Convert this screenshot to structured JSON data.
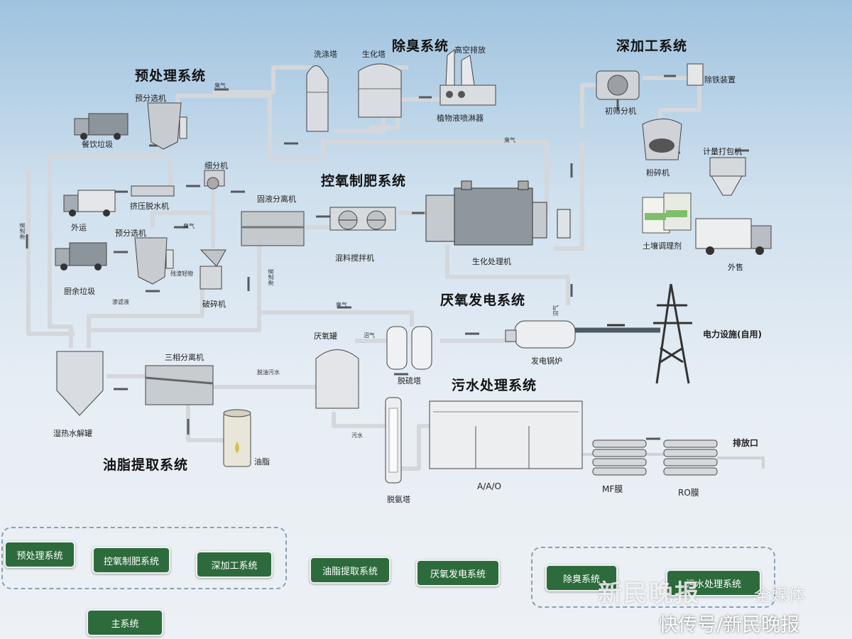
{
  "systems": {
    "pretreatment": "预处理系统",
    "deodorization": "除臭系统",
    "deep_processing": "深加工系统",
    "oxygen_compost": "控氧制肥系统",
    "anaerobic_power": "厌氧发电系统",
    "sewage": "污水处理系统",
    "grease": "油脂提取系统"
  },
  "equipment": {
    "presorter_top": "预分选机",
    "kitchen_waste": "餐饮垃圾",
    "spray_tower": "洗涤塔",
    "bio_tower": "生化塔",
    "high_emission": "高空排放",
    "plant_liquid": "植物液喷淋器",
    "sorting_machine": "细分机",
    "extrusion_dewater": "挤压脱水机",
    "transport": "外运",
    "presorter_mid": "预分选机",
    "kitchen_residue": "厨余垃圾",
    "crusher": "破碎机",
    "solid_liquid_sep": "固液分离机",
    "mixing_stirrer": "混料搅拌机",
    "biochem_processor": "生化处理机",
    "screening_machine": "初筛分机",
    "iron_removal": "除铁装置",
    "grinder": "粉碎机",
    "metering_packer": "计量打包机",
    "soil_conditioner": "土壤调理剂",
    "sale": "外售",
    "anaerobic_tank": "厌氧罐",
    "desulfurization_tower": "脱硫塔",
    "power_boiler": "发电锅炉",
    "power_facility": "电力设施(自用)",
    "three_phase_sep": "三相分离机",
    "wet_heat_hydrolysis": "湿热水解罐",
    "grease_tank": "油脂",
    "denitrification_tower": "脱氨塔",
    "aao": "A/A/O",
    "mf_membrane": "MF膜",
    "ro_membrane": "RO膜",
    "discharge_outlet": "排放口"
  },
  "flow_labels": {
    "odor1": "臭气",
    "odor2": "臭气",
    "odor3": "臭气",
    "odor4": "臭气",
    "biogas1": "沼气",
    "biogas2": "沼气",
    "leachate1": "渗滤液",
    "leachate2": "渗滤液",
    "leachate3": "渗滤液",
    "wastewater1": "脱油污水",
    "wastewater2": "污水",
    "residue": "残渣轻物"
  },
  "legend": {
    "pretreatment": "预处理系统",
    "oxygen_compost": "控氧制肥系统",
    "deep_processing": "深加工系统",
    "grease": "油脂提取系统",
    "anaerobic_power": "厌氧发电系统",
    "deodorization": "除臭系统",
    "sewage": "污水处理系统",
    "main": "主系统"
  },
  "watermark": {
    "brand": "新民晚报",
    "media": "全媒体",
    "source": "快传号/新民晚报"
  },
  "colors": {
    "legend_green": "#2d6b3c",
    "pipe_gray": "#d4d7db",
    "pipe_dark": "#55595e",
    "power_line": "#4e5a64"
  }
}
